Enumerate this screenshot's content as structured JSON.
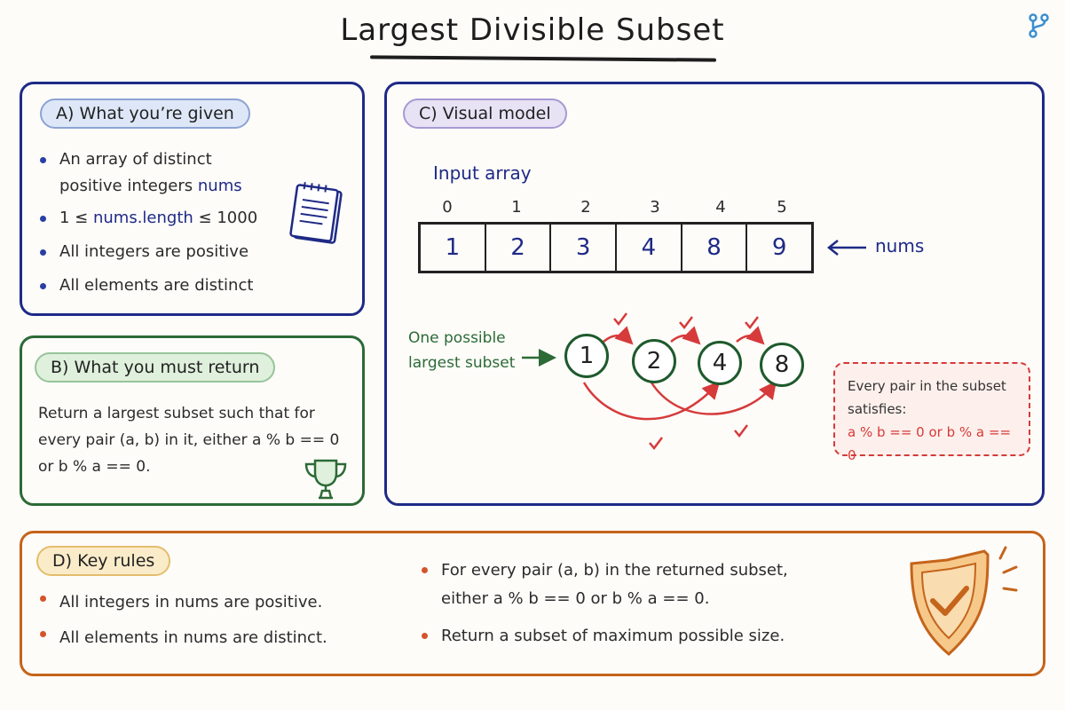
{
  "title": "Largest Divisible Subset",
  "colors": {
    "blue": "#1f2a86",
    "green": "#2c6a36",
    "orange": "#c5641b",
    "red": "#d63a3a"
  },
  "panel_a": {
    "heading": "A)  What you’re given",
    "bullets": [
      {
        "pre": "An array of distinct positive integers ",
        "kw": "nums",
        "post": ""
      },
      {
        "pre": "1 ≤ ",
        "kw": "nums.length",
        "post": " ≤ 1000"
      },
      {
        "pre": "All integers are positive",
        "kw": "",
        "post": ""
      },
      {
        "pre": "All elements are distinct",
        "kw": "",
        "post": ""
      }
    ],
    "icon": "notepad-icon"
  },
  "panel_b": {
    "heading": "B)  What you must return",
    "text": "Return a largest subset such that for every pair (a, b) in it, either a % b == 0 or b % a == 0.",
    "icon": "trophy-icon"
  },
  "panel_c": {
    "heading": "C)  Visual model",
    "input_label": "Input array",
    "indices": [
      "0",
      "1",
      "2",
      "3",
      "4",
      "5"
    ],
    "values": [
      "1",
      "2",
      "3",
      "4",
      "8",
      "9"
    ],
    "array_name": "nums",
    "subset_label_1": "One possible",
    "subset_label_2": "largest subset",
    "subset": [
      "1",
      "2",
      "4",
      "8"
    ],
    "note_text": "Every pair in the subset satisfies:",
    "note_formula": "a % b == 0  or  b % a == 0"
  },
  "panel_d": {
    "heading": "D)  Key rules",
    "left_rules": [
      "All integers in nums are positive.",
      "All elements in nums are distinct."
    ],
    "right_rules": [
      "For every pair (a, b) in the returned subset, either a % b == 0  or  b % a == 0.",
      "Return a subset of maximum possible size."
    ],
    "icon": "shield-check-icon"
  },
  "top_icon": "branch-icon"
}
